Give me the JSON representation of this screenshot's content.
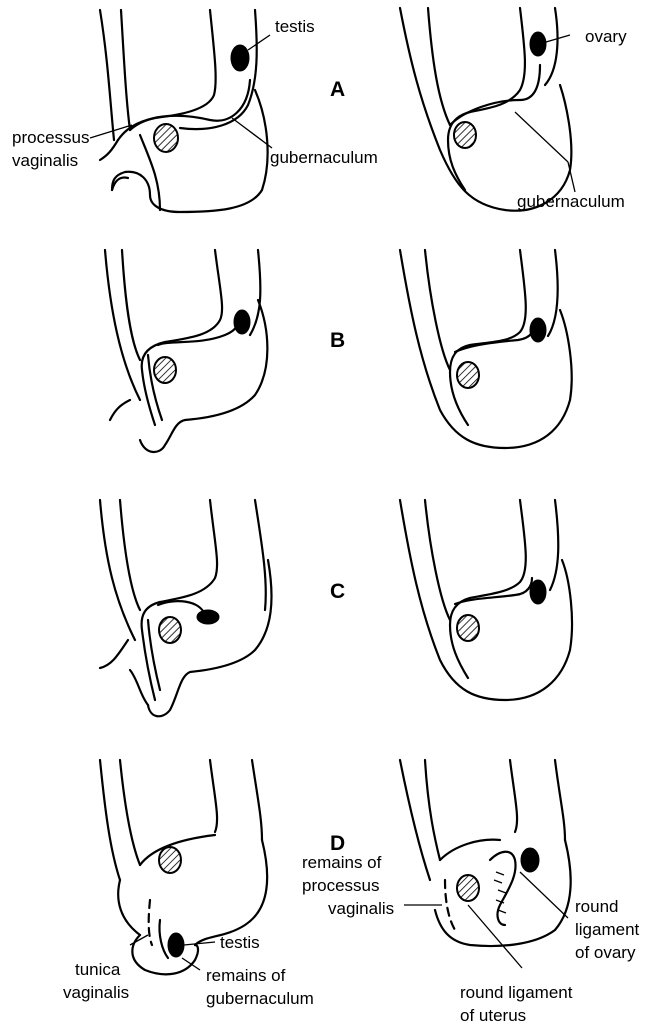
{
  "stages": [
    "A",
    "B",
    "C",
    "D"
  ],
  "labels": {
    "testis_a": "testis",
    "ovary": "ovary",
    "processus_line1": "processus",
    "processus_line2": "vaginalis",
    "gubernaculum_male": "gubernaculum",
    "gubernaculum_female": "gubernaculum",
    "testis_d": "testis",
    "tunica_line1": "tunica",
    "tunica_line2": "vaginalis",
    "remains_gub_line1": "remains of",
    "remains_gub_line2": "gubernaculum",
    "remains_proc_line1": "remains of",
    "remains_proc_line2": "processus",
    "remains_proc_line3": "vaginalis",
    "round_ovary_line1": "round",
    "round_ovary_line2": "ligament",
    "round_ovary_line3": "of ovary",
    "round_uterus_line1": "round ligament",
    "round_uterus_line2": "of uterus"
  },
  "colors": {
    "ink": "#000000",
    "paper": "#ffffff"
  }
}
